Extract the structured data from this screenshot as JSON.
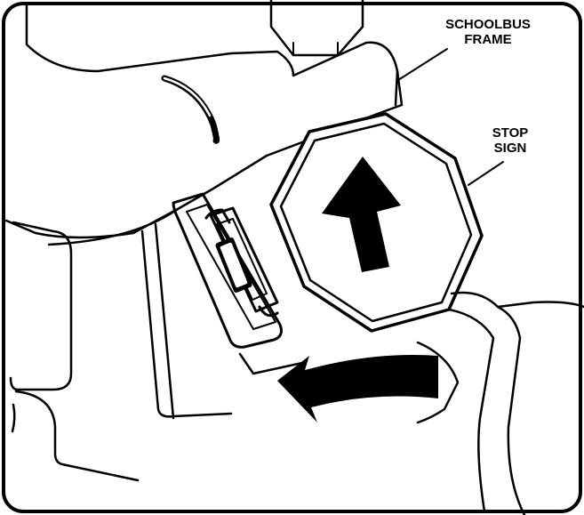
{
  "labels": {
    "schoolbus_frame": [
      "SCHOOLBUS",
      "FRAME"
    ],
    "stop_sign": [
      "STOP",
      "SIGN"
    ]
  },
  "colors": {
    "ink": "#000000",
    "paper": "#ffffff"
  },
  "icons": {
    "stop_sign_arrow": "arrow-up-icon",
    "rotation_arrow": "curved-arrow-left-icon"
  }
}
